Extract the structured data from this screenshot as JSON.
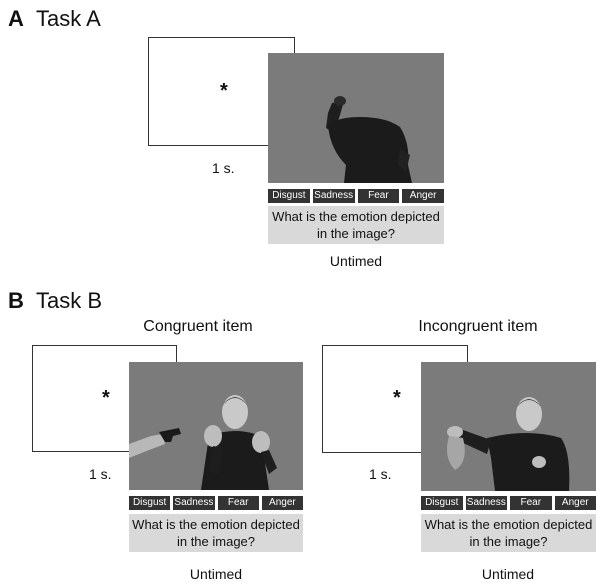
{
  "panel_a": {
    "letter": "A",
    "title": "Task A",
    "fixation_symbol": "*",
    "fixation_duration": "1 s.",
    "buttons": [
      "Disgust",
      "Sadness",
      "Fear",
      "Anger"
    ],
    "question": "What is the emotion depicted  in the image?",
    "response_time": "Untimed"
  },
  "panel_b": {
    "letter": "B",
    "title": "Task B",
    "congruent": {
      "label": "Congruent item",
      "fixation_symbol": "*",
      "fixation_duration": "1 s.",
      "buttons": [
        "Disgust",
        "Sadness",
        "Fear",
        "Anger"
      ],
      "question": "What is the emotion depicted  in the image?",
      "response_time": "Untimed"
    },
    "incongruent": {
      "label": "Incongruent item",
      "fixation_symbol": "*",
      "fixation_duration": "1 s.",
      "buttons": [
        "Disgust",
        "Sadness",
        "Fear",
        "Anger"
      ],
      "question": "What is the emotion depicted  in the image?",
      "response_time": "Untimed"
    }
  },
  "colors": {
    "stimulus_background": "#7b7b7b",
    "button_background": "#333333",
    "question_background": "#d9d9d9"
  }
}
